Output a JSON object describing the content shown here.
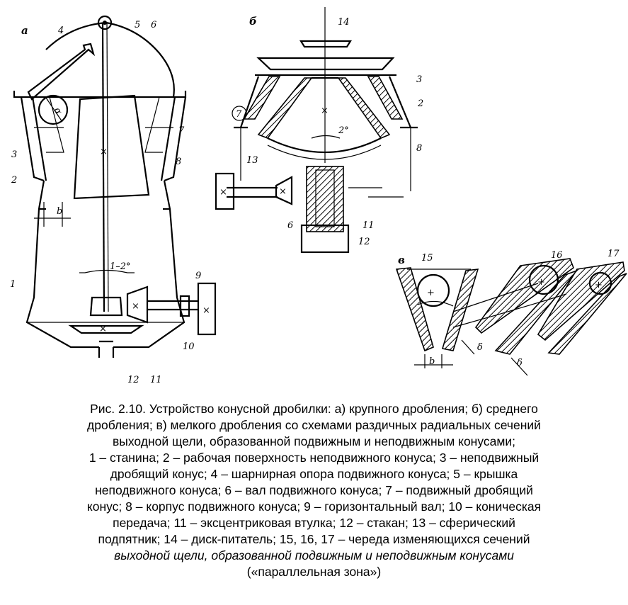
{
  "labels": {
    "a": {
      "view": "а",
      "n1": "1",
      "n2": "2",
      "n3": "3",
      "n4": "4",
      "n5": "5",
      "n6": "6",
      "n7": "7",
      "n8": "8",
      "n9": "9",
      "n10": "10",
      "n11": "11",
      "n12": "12",
      "alpha": "α",
      "b": "b",
      "angle": "1–2°"
    },
    "b": {
      "view": "б",
      "n14": "14",
      "n3": "3",
      "n2": "2",
      "n7": "7",
      "n8": "8",
      "n13": "13",
      "n6": "6",
      "n11": "11",
      "n12": "12",
      "angle": "2°"
    },
    "c": {
      "view": "в",
      "n15": "15",
      "n16": "16",
      "n17": "17",
      "b": "b",
      "delta1": "δ",
      "delta2": "δ"
    }
  },
  "caption": {
    "lines": [
      "Рис. 2.10. Устройство конусной дробилки: а) крупного дробления; б) среднего",
      "дробления; в) мелкого дробления со схемами раздичных радиальных сечений",
      "выходной щели, образованной подвижным и неподвижным конусами;",
      "1 – станина; 2 – рабочая поверхность неподвижного конуса; 3 – неподвижный",
      "дробящий конус; 4 – шарнирная опора подвижного конуса; 5 – крышка",
      "неподвижного конуса; 6 – вал подвижного конуса; 7 – подвижный дробящий",
      "конус; 8 – корпус подвижного конуса; 9 – горизонтальный вал; 10 – коническая",
      "передача; 11 – эксцентриковая втулка; 12 – стакан; 13 – сферический",
      "подпятник; 14 – диск-питатель; 15, 16, 17 – череда изменяющихся сечений"
    ],
    "italic_lines": [
      "выходной щели, образованной подвижным и неподвижным конусами"
    ],
    "last_line": "(«параллельная зона»)"
  }
}
